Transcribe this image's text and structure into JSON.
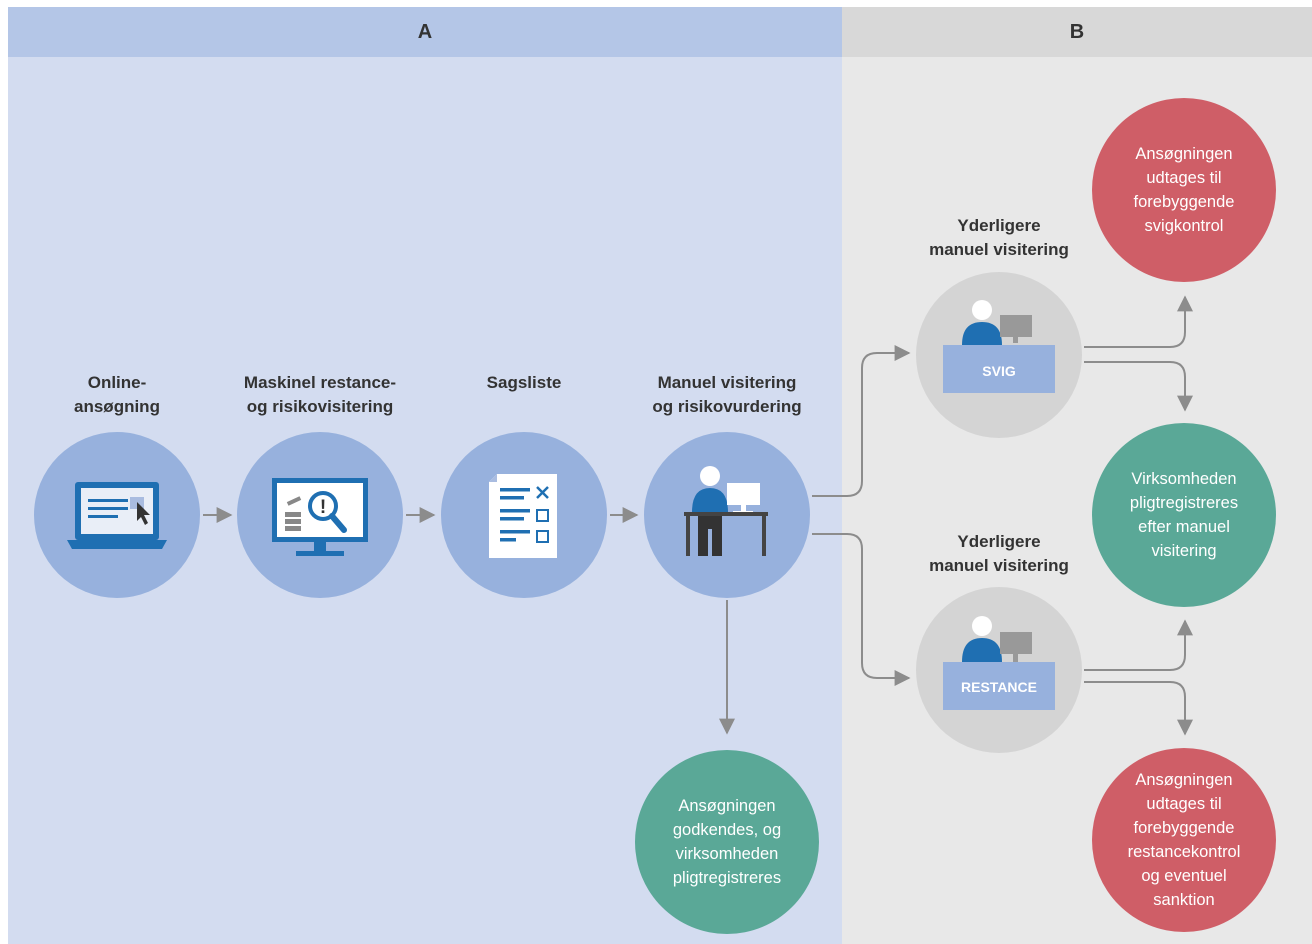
{
  "panels": {
    "a_label": "A",
    "b_label": "B"
  },
  "steps": [
    {
      "label": "Online-\nansøgning",
      "icon": "laptop-cursor-icon"
    },
    {
      "label": "Maskinel restance-\nog risikovisitering",
      "icon": "monitor-magnifier-icon"
    },
    {
      "label": "Sagsliste",
      "icon": "checklist-document-icon"
    },
    {
      "label": "Manuel visitering\nog risikovurdering",
      "icon": "person-at-desk-icon"
    }
  ],
  "branches": [
    {
      "label": "Yderligere\nmanuel visitering",
      "desk_text": "SVIG",
      "icon": "person-at-desk-icon"
    },
    {
      "label": "Yderligere\nmanuel visitering",
      "desk_text": "RESTANCE",
      "icon": "person-at-desk-icon"
    }
  ],
  "outcomes": {
    "approved": "Ansøgningen\ngodkendes, og\nvirksomheden\npligtregistreres",
    "fraud_control": "Ansøgningen\nudtages til\nforebyggende\nsvigkontrol",
    "registered": "Virksomheden\npligtregistreres\nefter manuel\nvisitering",
    "arrears_control": "Ansøgningen\nudtages til\nforebyggende\nrestancekontrol\nog eventuel\nsanktion"
  },
  "colors": {
    "panel_a": "#d3dcf0",
    "panel_a_header": "#b4c6e7",
    "panel_b": "#e8e8e8",
    "panel_b_header": "#d8d8d8",
    "step_circle": "#97b1dd",
    "branch_circle": "#d4d4d4",
    "green": "#5aa897",
    "red": "#cf5e67",
    "icon_blue": "#1f6fb2",
    "arrow": "#8c8c8c"
  }
}
